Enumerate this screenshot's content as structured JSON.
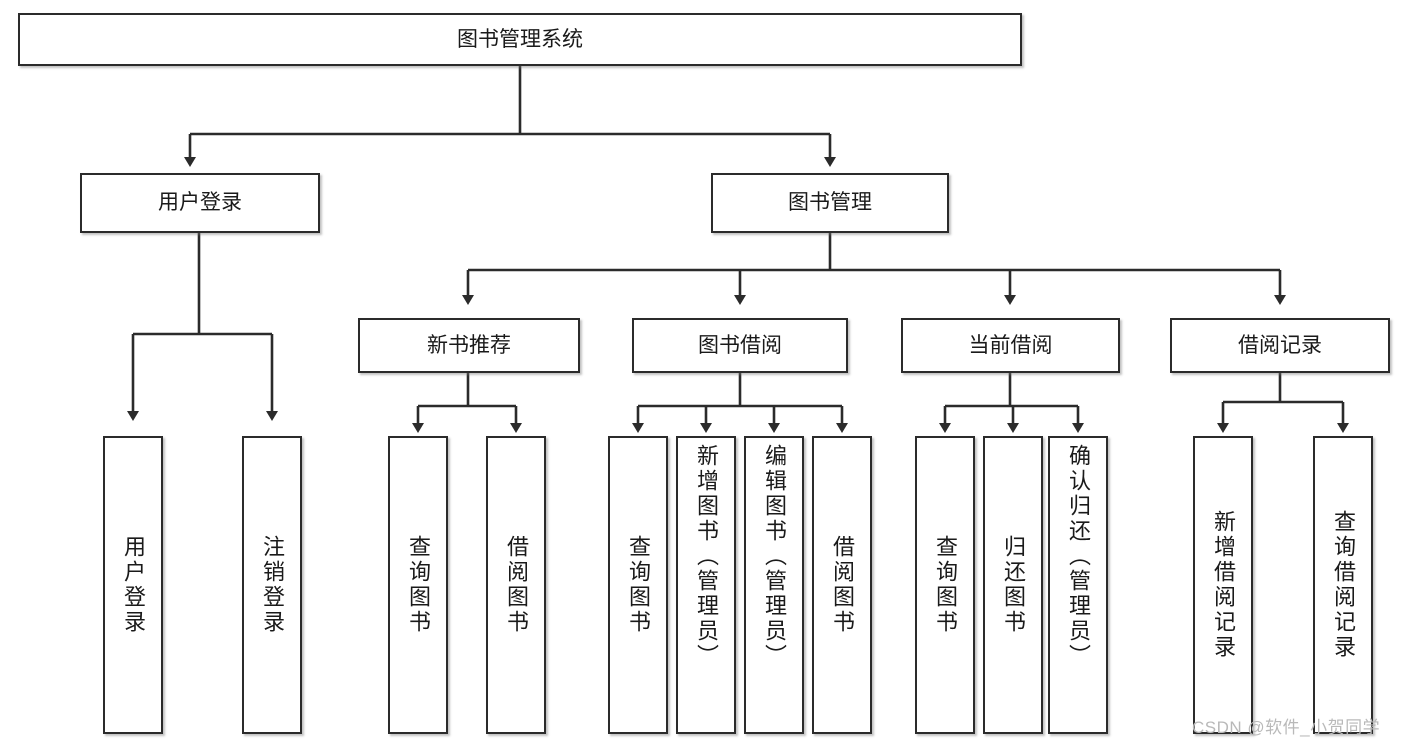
{
  "diagram": {
    "title": "图书管理系统",
    "type": "function-hierarchy-tree",
    "orientation": "top-down",
    "colors": {
      "box_border": "#2b2b2b",
      "box_fill": "#ffffff",
      "connector": "#2b2b2b",
      "background": "#ffffff",
      "watermark": "#b9b9b9"
    },
    "root": {
      "id": "root",
      "label": "图书管理系统"
    },
    "level2": [
      {
        "id": "user-login",
        "label": "用户登录"
      },
      {
        "id": "book-management",
        "label": "图书管理"
      }
    ],
    "level3": [
      {
        "id": "new-book-recommend",
        "label": "新书推荐"
      },
      {
        "id": "book-borrow",
        "label": "图书借阅"
      },
      {
        "id": "current-borrow",
        "label": "当前借阅"
      },
      {
        "id": "borrow-record",
        "label": "借阅记录"
      }
    ],
    "leaves": {
      "user-login": [
        {
          "id": "leaf-user-login",
          "label": "用户登录"
        },
        {
          "id": "leaf-logout",
          "label": "注销登录"
        }
      ],
      "new-book-recommend": [
        {
          "id": "leaf-query-book-1",
          "label": "查询图书"
        },
        {
          "id": "leaf-borrow-book-1",
          "label": "借阅图书"
        }
      ],
      "book-borrow": [
        {
          "id": "leaf-query-book-2",
          "label": "查询图书"
        },
        {
          "id": "leaf-add-book",
          "label": "新增图书（管理员）"
        },
        {
          "id": "leaf-edit-book",
          "label": "编辑图书（管理员）"
        },
        {
          "id": "leaf-borrow-book-2",
          "label": "借阅图书"
        }
      ],
      "current-borrow": [
        {
          "id": "leaf-query-book-3",
          "label": "查询图书"
        },
        {
          "id": "leaf-return-book",
          "label": "归还图书"
        },
        {
          "id": "leaf-confirm-return",
          "label": "确认归还（管理员）"
        }
      ],
      "borrow-record": [
        {
          "id": "leaf-add-record",
          "label": "新增借阅记录"
        },
        {
          "id": "leaf-query-record",
          "label": "查询借阅记录"
        }
      ]
    }
  },
  "watermark": {
    "text": "CSDN @软件_小贺同学"
  }
}
